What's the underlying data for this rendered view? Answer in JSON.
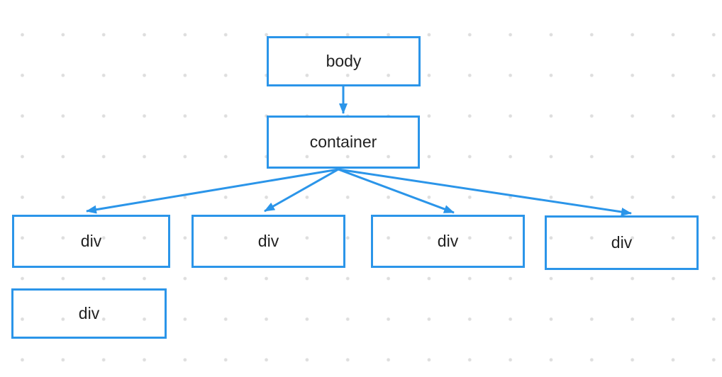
{
  "diagram": {
    "nodes": [
      {
        "id": "body",
        "label": "body"
      },
      {
        "id": "container",
        "label": "container"
      },
      {
        "id": "div-1",
        "label": "div"
      },
      {
        "id": "div-2",
        "label": "div"
      },
      {
        "id": "div-3",
        "label": "div"
      },
      {
        "id": "div-4",
        "label": "div"
      },
      {
        "id": "div-5",
        "label": "div"
      }
    ],
    "edges": [
      {
        "from": "body",
        "to": "container"
      },
      {
        "from": "container",
        "to": "div-1"
      },
      {
        "from": "container",
        "to": "div-2"
      },
      {
        "from": "container",
        "to": "div-3"
      },
      {
        "from": "container",
        "to": "div-4"
      }
    ],
    "colors": {
      "node_border": "#2b95e9",
      "arrow": "#2b95e9",
      "node_fill": "transparent",
      "text": "#222222",
      "grid_dot": "#dedede",
      "background": "#ffffff"
    }
  }
}
